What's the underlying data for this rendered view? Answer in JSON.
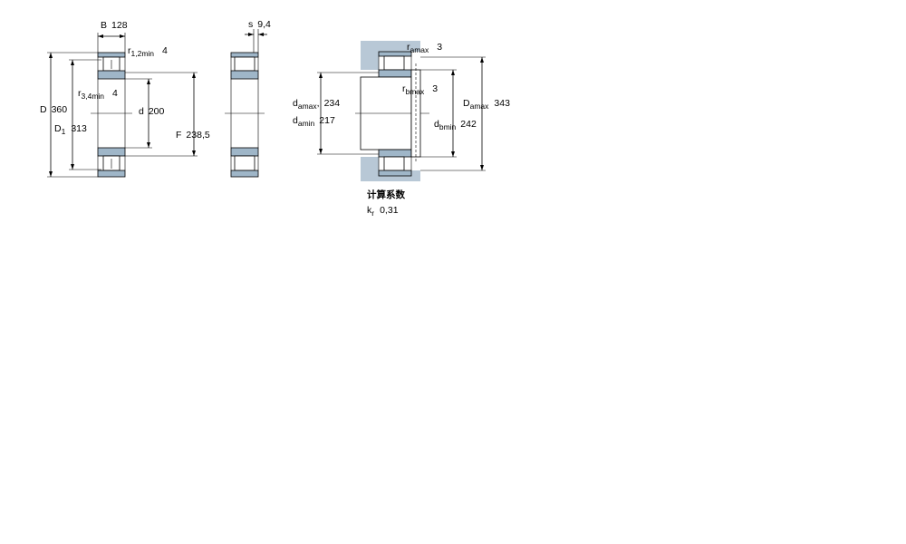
{
  "bearing_view": {
    "B": {
      "symbol": "B",
      "value": "128"
    },
    "r12": {
      "symbol": "r",
      "sub": "1,2min",
      "value": "4"
    },
    "r34": {
      "symbol": "r",
      "sub": "3,4min",
      "value": "4"
    },
    "D": {
      "symbol": "D",
      "value": "360"
    },
    "D1": {
      "symbol": "D",
      "sub": "1",
      "value": "313"
    },
    "d": {
      "symbol": "d",
      "value": "200"
    },
    "F": {
      "symbol": "F",
      "value": "238,5"
    }
  },
  "side_view": {
    "s": {
      "symbol": "s",
      "value": "9,4"
    }
  },
  "abutment_view": {
    "ra": {
      "symbol": "r",
      "sub": "amax",
      "value": "3"
    },
    "rb": {
      "symbol": "r",
      "sub": "bmax",
      "value": "3"
    },
    "da_max": {
      "symbol": "d",
      "sub": "amax",
      "value": "234"
    },
    "da_min": {
      "symbol": "d",
      "sub": "amin",
      "value": "217"
    },
    "Da_max": {
      "symbol": "D",
      "sub": "amax",
      "value": "343"
    },
    "db_min": {
      "symbol": "d",
      "sub": "bmin",
      "value": "242"
    }
  },
  "calc_factor": {
    "heading": "计算系数",
    "kr": {
      "symbol": "k",
      "sub": "r",
      "value": "0,31"
    }
  }
}
